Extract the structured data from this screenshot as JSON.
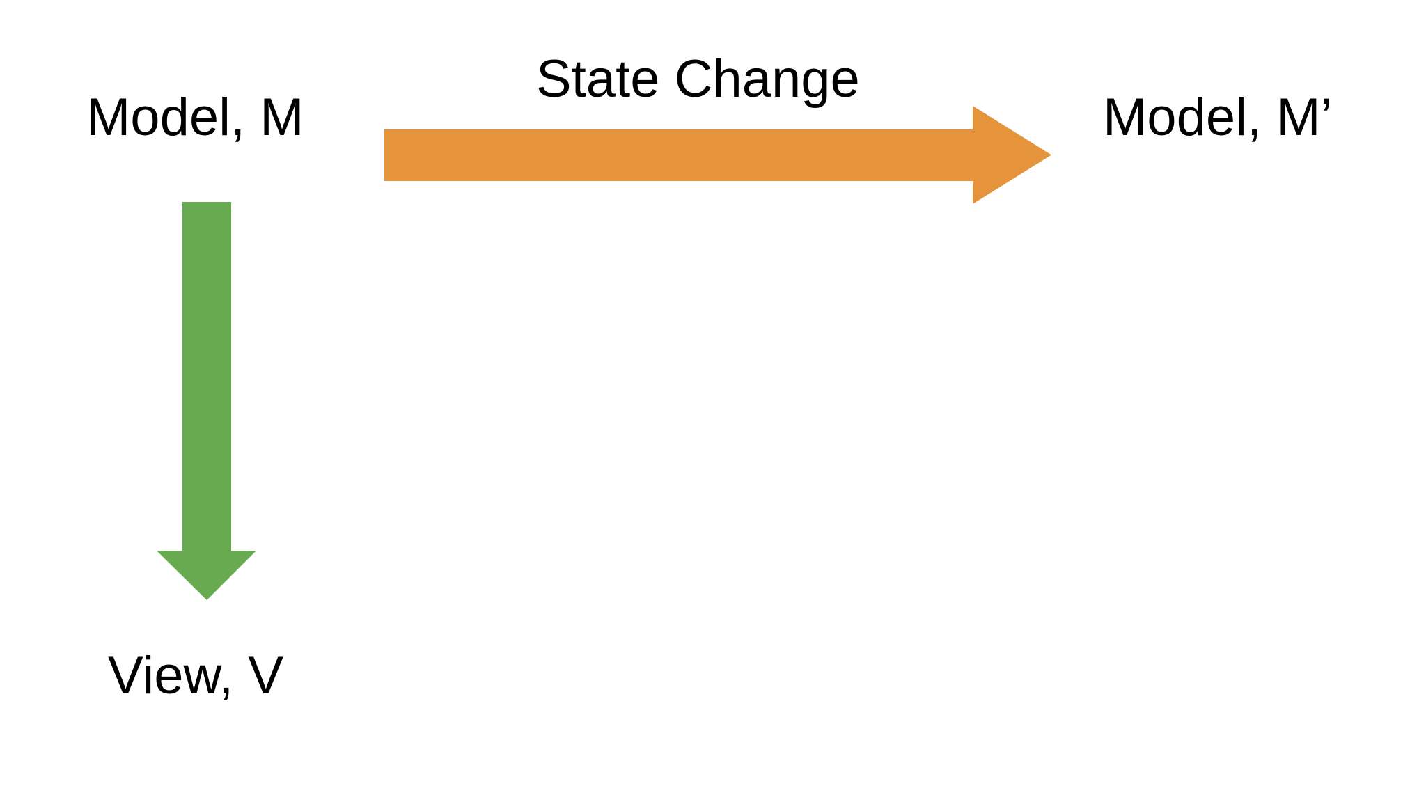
{
  "diagram": {
    "title": "Model-View state change diagram",
    "background_color": "#ffffff",
    "nodes": [
      {
        "id": "model-m",
        "label": "Model, M"
      },
      {
        "id": "model-mprime",
        "label": "Model, M’"
      },
      {
        "id": "view-v",
        "label": "View, V"
      }
    ],
    "edges": [
      {
        "id": "state-change",
        "label": "State Change",
        "from": "model-m",
        "to": "model-mprime",
        "direction": "right",
        "color": "#E5943B",
        "icon": "right-arrow-icon"
      },
      {
        "id": "render",
        "label": "",
        "from": "model-m",
        "to": "view-v",
        "direction": "down",
        "color": "#68AA50",
        "icon": "down-arrow-icon"
      }
    ]
  },
  "labels": {
    "model_m": "Model, M",
    "model_m_prime": "Model, M’",
    "view_v": "View, V",
    "state_change": "State Change"
  },
  "colors": {
    "orange_arrow": "#E5943B",
    "green_arrow": "#68AA50",
    "text": "#000000",
    "background": "#ffffff"
  }
}
